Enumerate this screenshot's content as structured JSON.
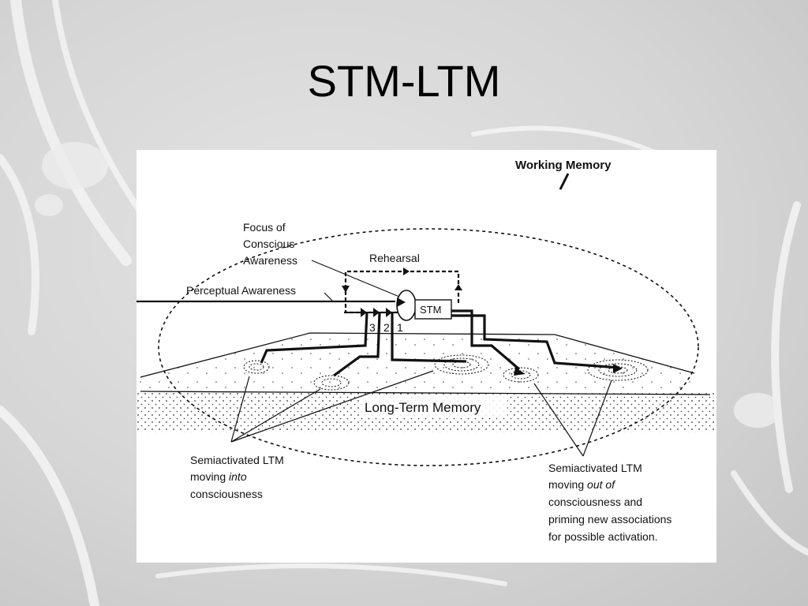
{
  "slide": {
    "title": "STM-LTM"
  },
  "diagram": {
    "working_memory": "Working Memory",
    "focus": [
      "Focus of",
      "Conscious",
      "Awareness"
    ],
    "rehearsal": "Rehearsal",
    "perceptual": "Perceptual Awareness",
    "stm": "STM",
    "slot_numbers": [
      "3",
      "2",
      "1"
    ],
    "ltm": "Long-Term Memory",
    "into_prefix": "moving ",
    "into_word": "into",
    "into": [
      "Semiactivated LTM",
      "consciousness"
    ],
    "out_prefix": "moving ",
    "out_word": "out of",
    "out": [
      "Semiactivated LTM",
      "consciousness and",
      "priming new associations",
      "for possible activation."
    ]
  },
  "colors": {
    "background": "#d8d8d8",
    "figure": "#ffffff",
    "ink": "#111111"
  }
}
